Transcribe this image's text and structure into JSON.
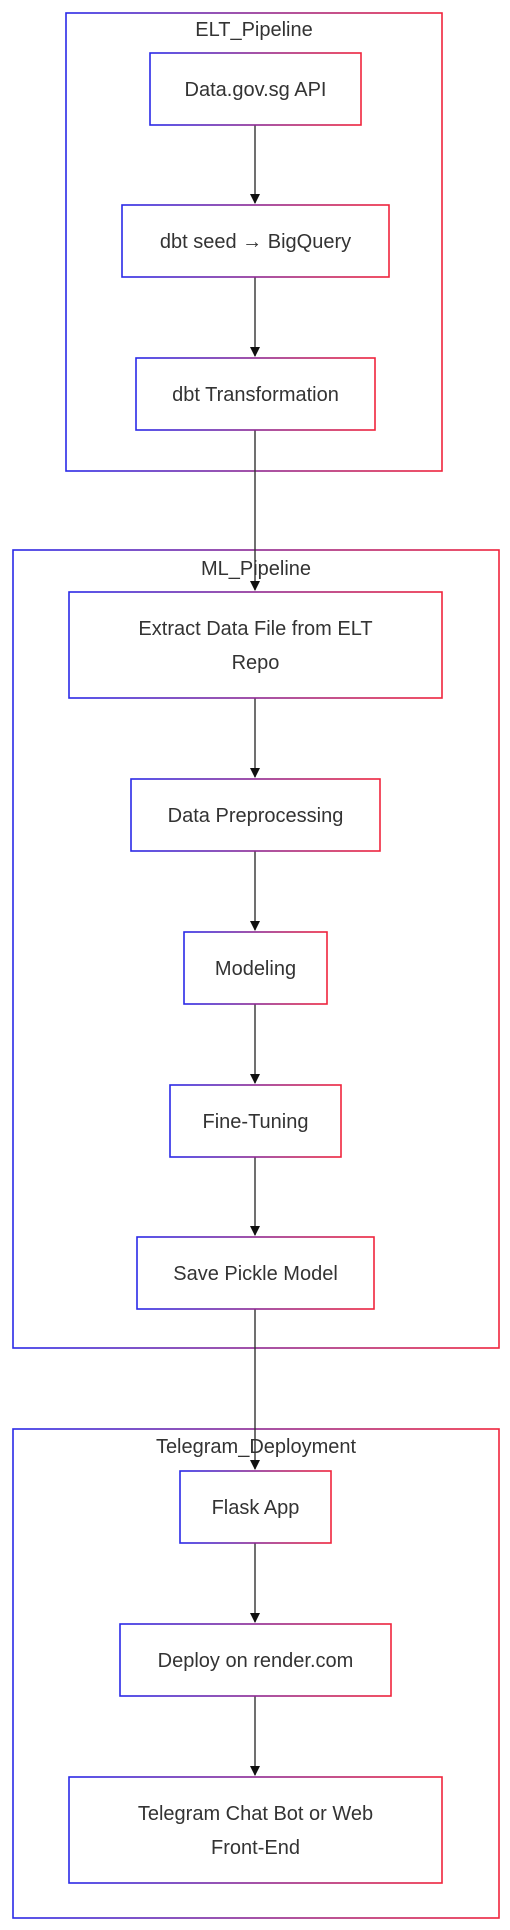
{
  "diagram": {
    "type": "flowchart",
    "direction": "top-to-bottom",
    "style": {
      "border_gradient_start": "#2a2ae8",
      "border_gradient_end": "#f0243c",
      "text_color": "#333333",
      "edge_color": "#333333",
      "background": "#ffffff"
    },
    "clusters": [
      {
        "id": "elt",
        "title": "ELT_Pipeline",
        "nodes": [
          {
            "id": "api",
            "lines": [
              "Data.gov.sg API"
            ]
          },
          {
            "id": "seed",
            "lines": [
              "dbt seed → BigQuery"
            ]
          },
          {
            "id": "transform",
            "lines": [
              "dbt Transformation"
            ]
          }
        ]
      },
      {
        "id": "ml",
        "title": "ML_Pipeline",
        "nodes": [
          {
            "id": "extract",
            "lines": [
              "Extract Data File from ELT",
              "Repo"
            ]
          },
          {
            "id": "preprocess",
            "lines": [
              "Data Preprocessing"
            ]
          },
          {
            "id": "modeling",
            "lines": [
              "Modeling"
            ]
          },
          {
            "id": "finetune",
            "lines": [
              "Fine-Tuning"
            ]
          },
          {
            "id": "pickle",
            "lines": [
              "Save Pickle Model"
            ]
          }
        ]
      },
      {
        "id": "tg",
        "title": "Telegram_Deployment",
        "nodes": [
          {
            "id": "flask",
            "lines": [
              "Flask App"
            ]
          },
          {
            "id": "render",
            "lines": [
              "Deploy on render.com"
            ]
          },
          {
            "id": "bot",
            "lines": [
              "Telegram Chat Bot or Web",
              "Front-End"
            ]
          }
        ]
      }
    ],
    "edges": [
      {
        "from": "api",
        "to": "seed"
      },
      {
        "from": "seed",
        "to": "transform"
      },
      {
        "from": "transform",
        "to": "extract"
      },
      {
        "from": "extract",
        "to": "preprocess"
      },
      {
        "from": "preprocess",
        "to": "modeling"
      },
      {
        "from": "modeling",
        "to": "finetune"
      },
      {
        "from": "finetune",
        "to": "pickle"
      },
      {
        "from": "pickle",
        "to": "flask"
      },
      {
        "from": "flask",
        "to": "render"
      },
      {
        "from": "render",
        "to": "bot"
      }
    ]
  }
}
